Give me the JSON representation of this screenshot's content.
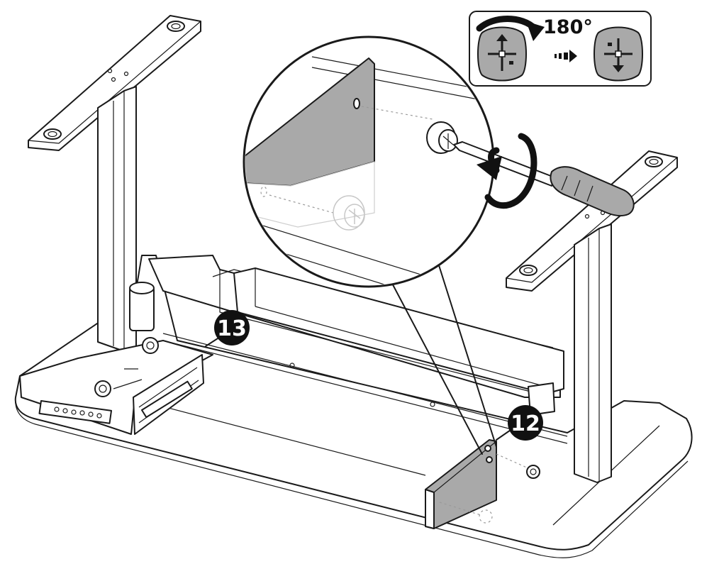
{
  "inset": {
    "rotation_label": "180°",
    "arrow_icon": "dashed-arrow-right-icon",
    "rotate_icon": "rotate-cw-arrow-icon"
  },
  "callouts": [
    {
      "number": "13"
    },
    {
      "number": "12"
    }
  ],
  "colors": {
    "line": "#1a1a1a",
    "panel_gray": "#a9a9a9",
    "badge_fill": "#111111",
    "background": "#ffffff"
  }
}
